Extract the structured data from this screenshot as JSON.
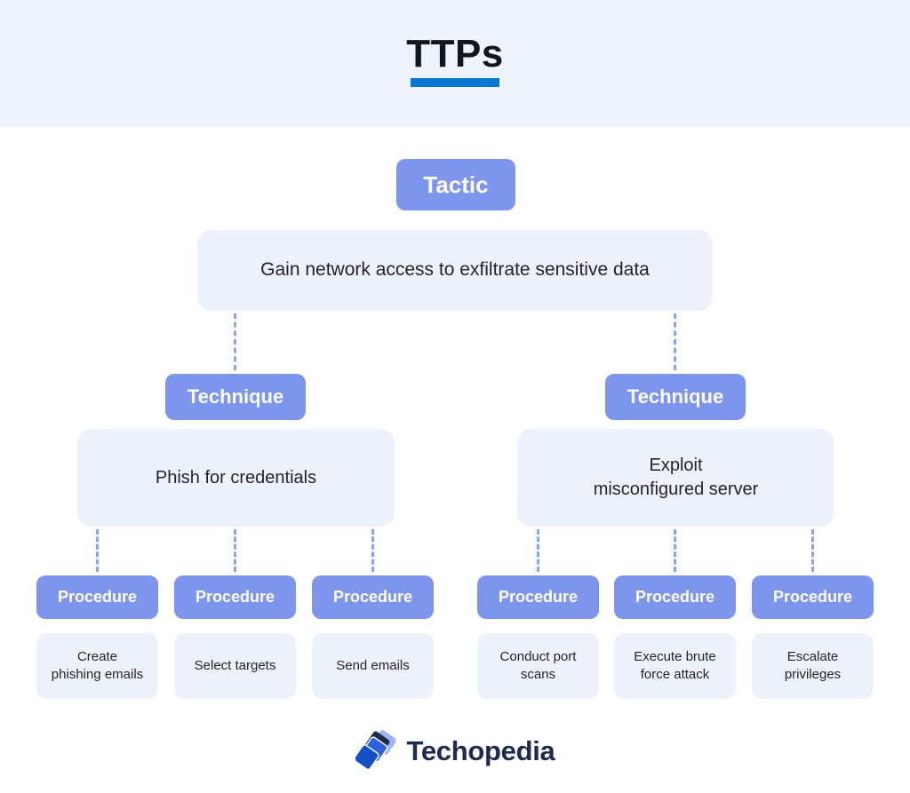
{
  "header": {
    "title": "TTPs",
    "background": "#eef3fc",
    "underline_color": "#0a76d1"
  },
  "colors": {
    "badge_fill": "#7d95ec",
    "badge_text": "#ffffff",
    "node_fill": "#edf1fa",
    "node_text": "#1d2430",
    "connector": "#8ca4f0"
  },
  "tree": {
    "tactic": {
      "badge_label": "Tactic",
      "label": "Gain network access to exfiltrate sensitive data"
    },
    "techniques": [
      {
        "badge_label": "Technique",
        "label": "Phish for credentials",
        "procedures": [
          {
            "badge_label": "Procedure",
            "label": "Create\nphishing emails"
          },
          {
            "badge_label": "Procedure",
            "label": "Select targets"
          },
          {
            "badge_label": "Procedure",
            "label": "Send emails"
          }
        ]
      },
      {
        "badge_label": "Technique",
        "label": "Exploit\nmisconfigured server",
        "procedures": [
          {
            "badge_label": "Procedure",
            "label": "Conduct port\nscans"
          },
          {
            "badge_label": "Procedure",
            "label": "Execute brute\nforce attack"
          },
          {
            "badge_label": "Procedure",
            "label": "Escalate\nprivileges"
          }
        ]
      }
    ]
  },
  "footer": {
    "brand": "Techopedia",
    "logo_colors": {
      "dark_blue": "#1350c8",
      "mid_blue": "#2a62dd",
      "light_blue": "#9fb4f4",
      "navy": "#1d2b4c"
    }
  }
}
